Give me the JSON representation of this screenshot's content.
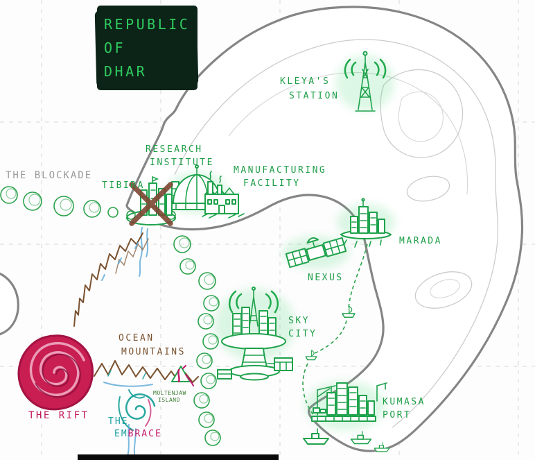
{
  "title": {
    "line1": "REPUBLIC",
    "line2": "OF",
    "line3": "DHAR"
  },
  "regions": {
    "blockade": {
      "label": "THE BLOCKADE"
    },
    "kleya": {
      "label_line1": "KLEYA'S",
      "label_line2": "STATION"
    },
    "research": {
      "label_line1": "RESEARCH",
      "label_line2": "INSTITUTE"
    },
    "tibira": {
      "label": "TIBIRA"
    },
    "manufacturing": {
      "label_line1": "MANUFACTURING",
      "label_line2": "FACILITY"
    },
    "marada": {
      "label": "MARADA"
    },
    "nexus": {
      "label": "NEXUS"
    },
    "sky_city": {
      "label_line1": "SKY",
      "label_line2": "CITY"
    },
    "ocean_mountains": {
      "label_line1": "OCEAN",
      "label_line2": "MOUNTAINS"
    },
    "rift": {
      "label": "THE RIFT"
    },
    "moltenjaw": {
      "label_line1": "MOLTENJAW",
      "label_line2": "ISLAND"
    },
    "embrace": {
      "label_line1": "THE",
      "label_line2_part1": "EM",
      "label_line2_part2": "BRACE"
    },
    "kumasa": {
      "label_line1": "KUMASA",
      "label_line2": "PORT"
    }
  },
  "colors": {
    "map_green": "#1e9e47",
    "icon_green": "#1fa24c",
    "glow_green": "#43d472",
    "label_gray": "#9a9a9a",
    "mountain_brown": "#7a5230",
    "cross_brown": "#7d4632",
    "rift_crimson": "#c81e52",
    "embrace_teal": "#1ca0a0",
    "embrace_magenta": "#c2186b",
    "water_blue": "#5aa7d6",
    "coast_gray": "#858585",
    "contour_gray": "#cccccc",
    "title_bg": "#0c2418",
    "title_green": "#2fca5e"
  }
}
